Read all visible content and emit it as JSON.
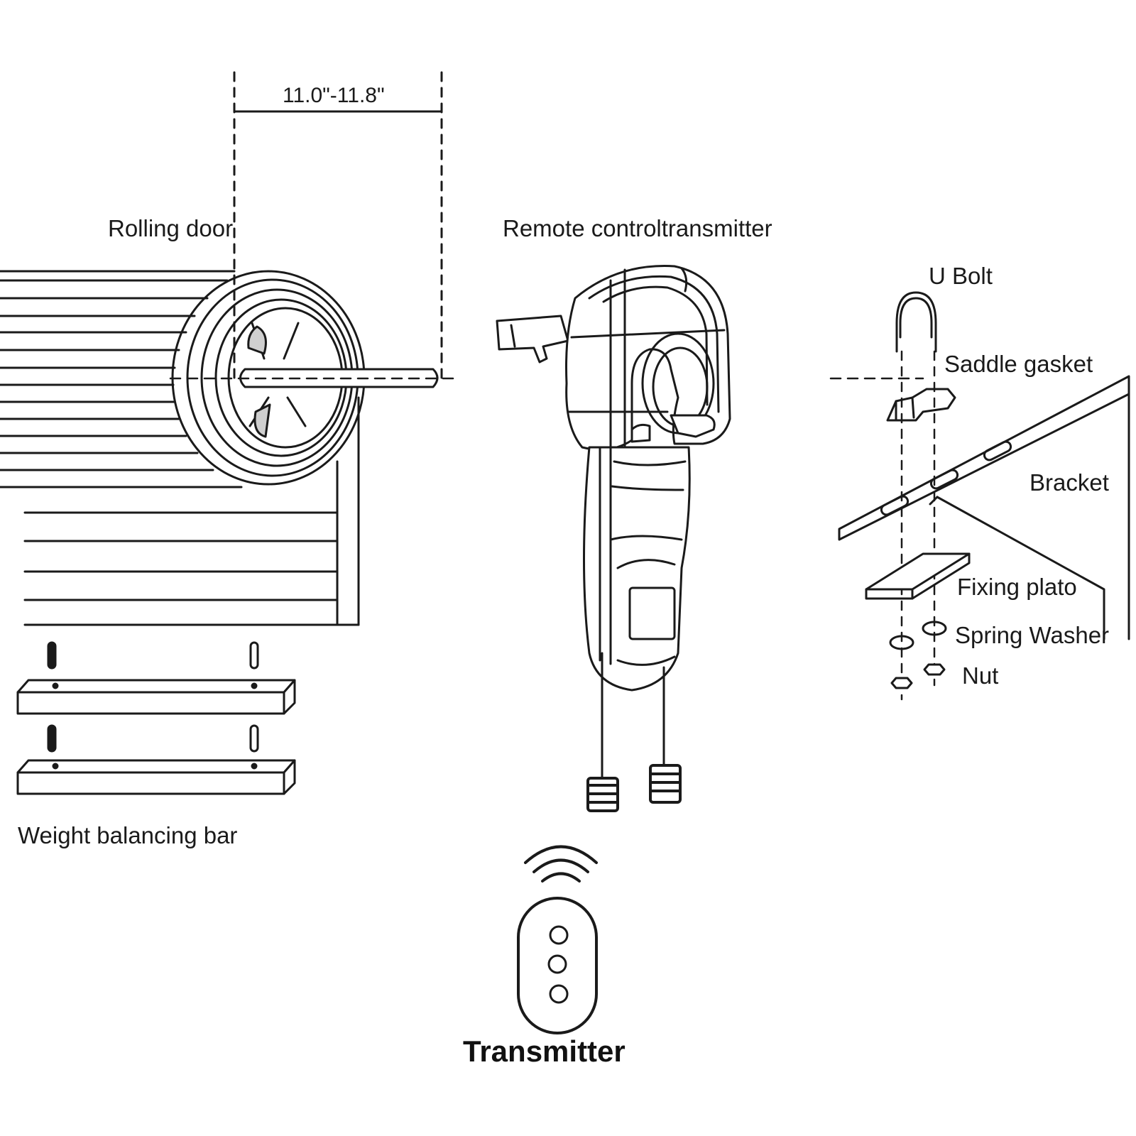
{
  "labels": {
    "dimension": "11.0\"-11.8\"",
    "rolling_door": "Rolling door",
    "remote_control": "Remote controltransmitter",
    "u_bolt": "U Bolt",
    "saddle_gasket": "Saddle gasket",
    "bracket": "Bracket",
    "fixing_plate": "Fixing plato",
    "spring_washer": "Spring Washer",
    "nut": "Nut",
    "weight_bar": "Weight balancing bar",
    "transmitter": "Transmitter"
  },
  "colors": {
    "line": "#1a1a1a",
    "background": "#ffffff"
  }
}
